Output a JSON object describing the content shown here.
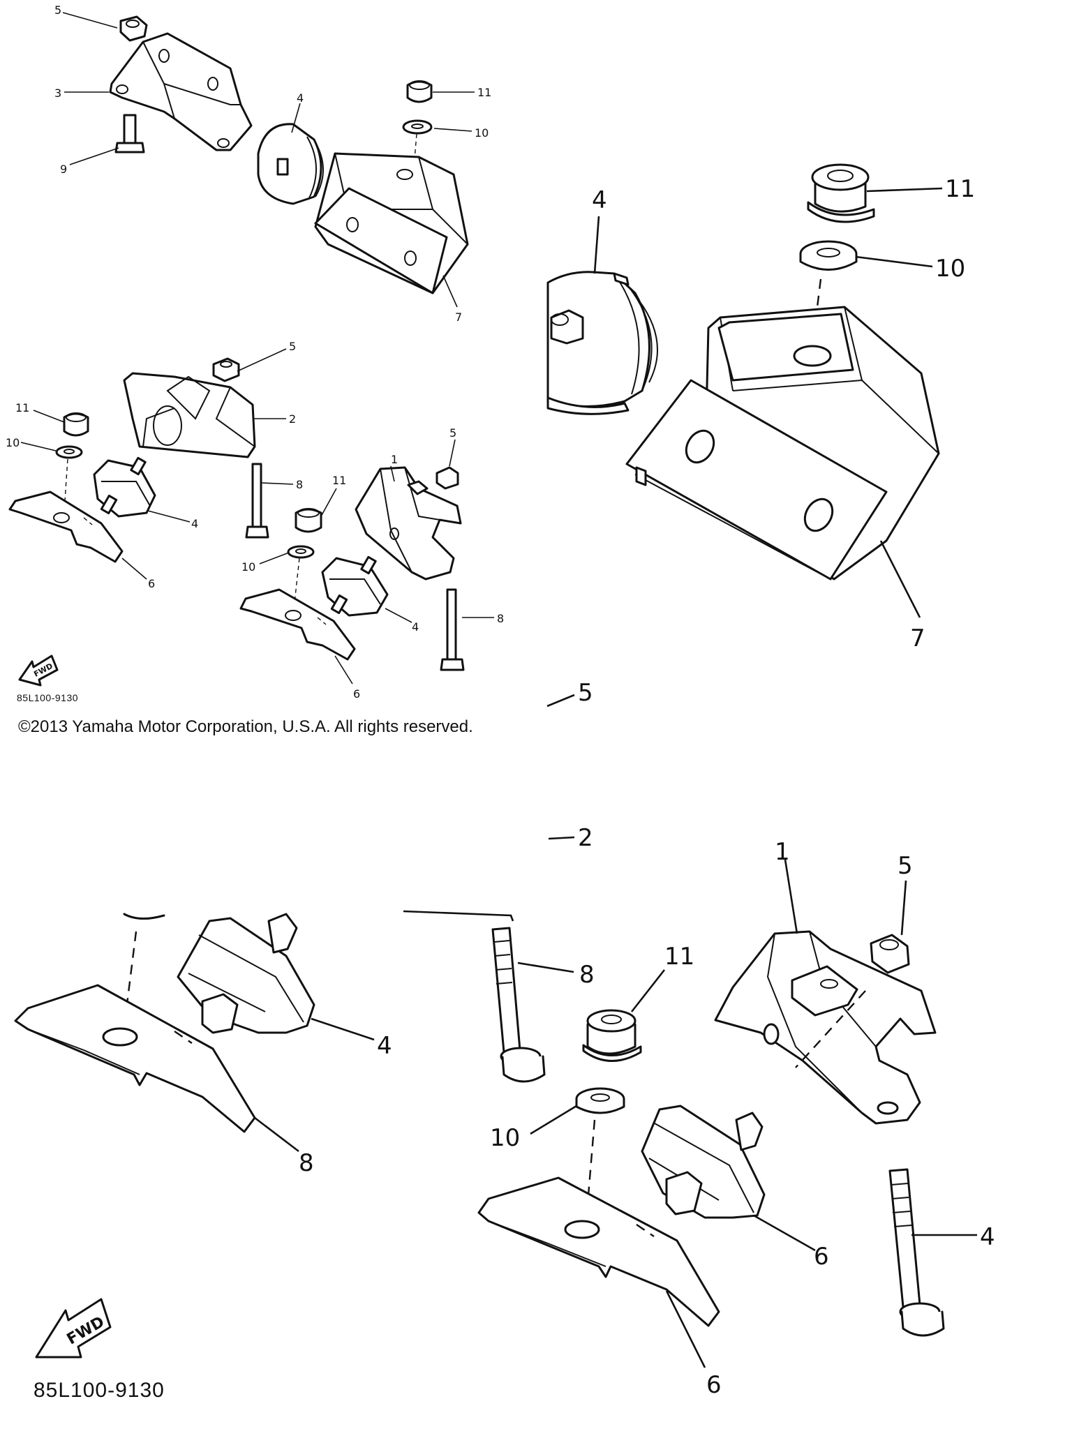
{
  "overview": {
    "callouts": [
      "5",
      "3",
      "9",
      "4",
      "11",
      "10",
      "7",
      "5",
      "2",
      "11",
      "10",
      "8",
      "4",
      "6",
      "1",
      "5",
      "11",
      "10",
      "4",
      "8",
      "6"
    ],
    "fwd_label": "FWD",
    "part_code": "85L100-9130"
  },
  "copyright": "©2013 Yamaha Motor Corporation, U.S.A. All rights reserved.",
  "detail_top": {
    "callouts": [
      "4",
      "11",
      "10",
      "7",
      "5"
    ]
  },
  "detail_bottom": {
    "callouts": [
      "2",
      "1",
      "5",
      "11",
      "8",
      "4",
      "10",
      "6",
      "4",
      "8",
      "6"
    ],
    "fwd_label": "FWD",
    "part_code": "85L100-9130"
  }
}
